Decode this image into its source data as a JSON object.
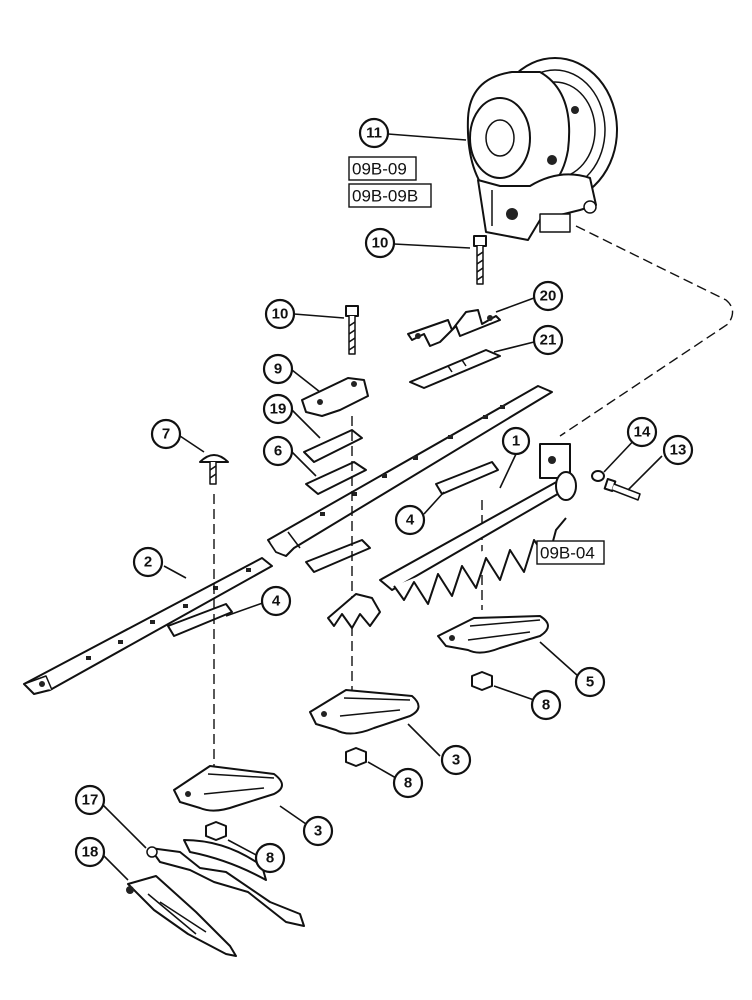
{
  "callouts": {
    "c11": "11",
    "c10a": "10",
    "c20": "20",
    "c10b": "10",
    "c21": "21",
    "c9": "9",
    "c19": "19",
    "c7": "7",
    "c6": "6",
    "c1": "1",
    "c14": "14",
    "c13": "13",
    "c4a": "4",
    "c2": "2",
    "c4b": "4",
    "c5": "5",
    "c8a": "8",
    "c3a": "3",
    "c8b": "8",
    "c17": "17",
    "c3b": "3",
    "c8c": "8",
    "c18": "18"
  },
  "references": {
    "r1": "09B-09",
    "r2": "09B-09B",
    "r3": "09B-04"
  }
}
